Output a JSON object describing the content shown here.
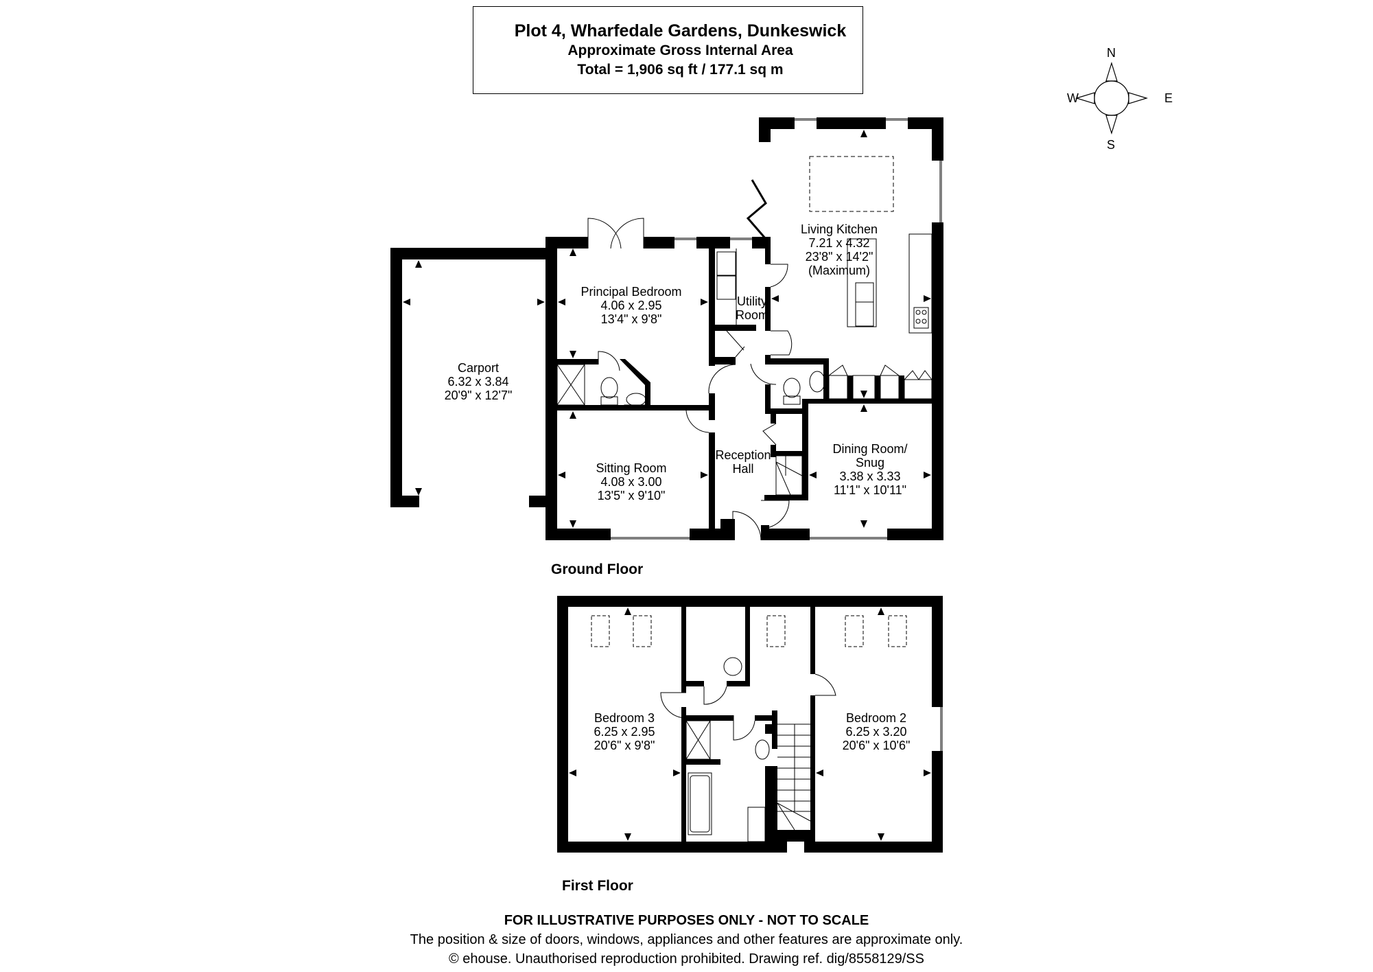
{
  "header": {
    "title": "Plot 4, Wharfedale Gardens, Dunkeswick",
    "subtitle": "Approximate Gross Internal Area",
    "total_area": "Total = 1,906 sq ft / 177.1 sq m"
  },
  "compass": {
    "north": "N",
    "east": "E",
    "south": "S",
    "west": "W",
    "icon": "compass-rose-icon"
  },
  "floors": [
    {
      "label": "Ground Floor",
      "rooms": [
        {
          "name": "Carport",
          "metric": "6.32 x 3.84",
          "imperial": "20'9\" x 12'7\"",
          "note": ""
        },
        {
          "name": "Principal Bedroom",
          "metric": "4.06 x 2.95",
          "imperial": "13'4\" x 9'8\"",
          "note": ""
        },
        {
          "name": "Utility",
          "name2": "Room"
        },
        {
          "name": "Living Kitchen",
          "metric": "7.21 x 4.32",
          "imperial": "23'8\" x 14'2\"",
          "note": "(Maximum)"
        },
        {
          "name": "Sitting Room",
          "metric": "4.08 x 3.00",
          "imperial": "13'5\" x 9'10\"",
          "note": ""
        },
        {
          "name": "Reception",
          "name2": "Hall"
        },
        {
          "name": "Dining Room/",
          "name2": "Snug",
          "metric": "3.38 x 3.33",
          "imperial": "11'1\" x 10'11\""
        }
      ]
    },
    {
      "label": "First Floor",
      "rooms": [
        {
          "name": "Bedroom 3",
          "metric": "6.25 x 2.95",
          "imperial": "20'6\" x 9'8\""
        },
        {
          "name": "Bedroom 2",
          "metric": "6.25 x 3.20",
          "imperial": "20'6\" x 10'6\""
        }
      ]
    }
  ],
  "footer": {
    "disclaimer": "FOR ILLUSTRATIVE PURPOSES ONLY - NOT TO SCALE",
    "note": "The position & size of doors, windows, appliances and other features are approximate only.",
    "copyright": "© ehouse. Unauthorised reproduction prohibited. Drawing ref. dig/8558129/SS"
  },
  "colors": {
    "wall": "#000000",
    "background": "#ffffff",
    "line": "#000000"
  }
}
